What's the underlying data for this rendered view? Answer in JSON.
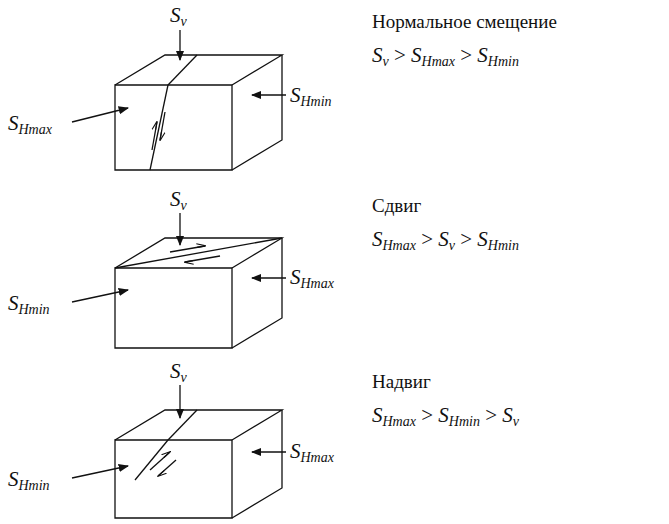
{
  "diagram": {
    "labels": [
      "Sv",
      "Нормальное смещение",
      "Sv > SHmax > SHmin",
      "SHmin",
      "SHmax",
      "Sv",
      "Сдвиг",
      "SHmax > Sv > SHmin",
      "SHmax",
      "SHmin",
      "Sv",
      "Надвиг",
      "SHmax > SHmin > Sv",
      "SHmax",
      "SHmin"
    ]
  }
}
